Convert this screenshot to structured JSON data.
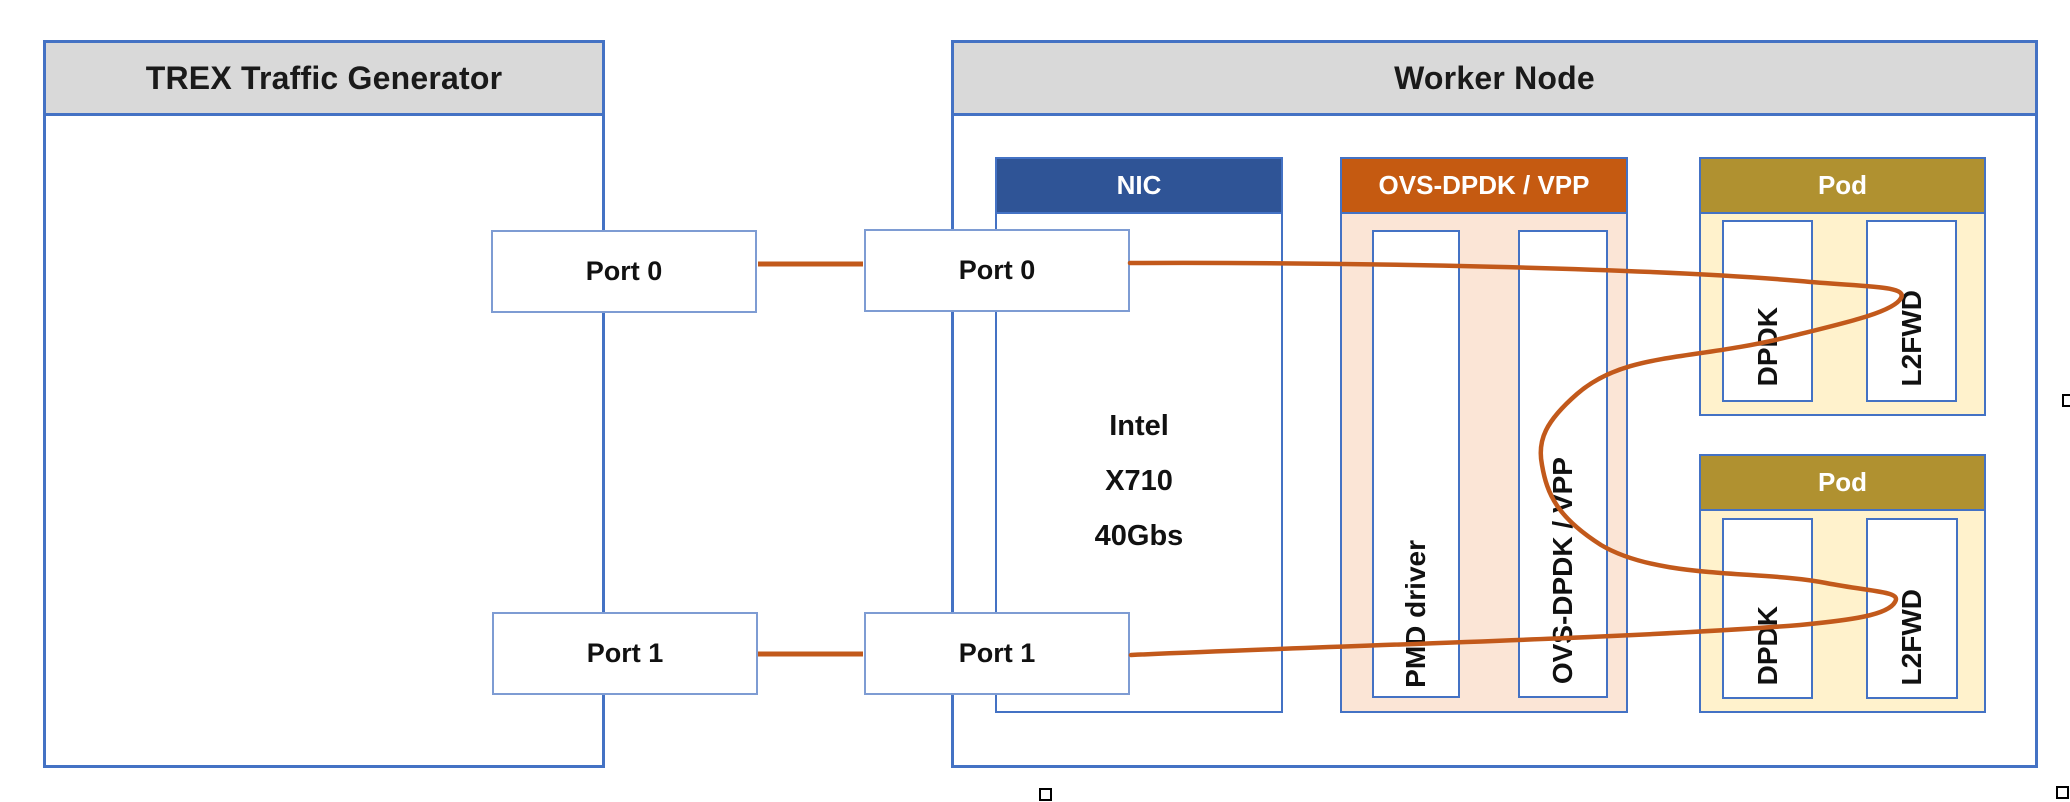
{
  "diagram": {
    "trex": {
      "title": "TREX Traffic Generator",
      "ports": [
        {
          "label": "Port 0"
        },
        {
          "label": "Port 1"
        }
      ]
    },
    "worker": {
      "title": "Worker Node",
      "nic": {
        "title": "NIC",
        "ports": [
          {
            "label": "Port 0"
          },
          {
            "label": "Port 1"
          }
        ],
        "chip": [
          "Intel",
          "X710",
          "40Gbs"
        ]
      },
      "vswitch": {
        "title": "OVS-DPDK / VPP",
        "columns": [
          "PMD driver",
          "OVS-DPDK / VPP"
        ]
      },
      "pods": [
        {
          "title": "Pod",
          "containers": [
            "DPDK",
            "L2FWD"
          ]
        },
        {
          "title": "Pod",
          "containers": [
            "DPDK",
            "L2FWD"
          ]
        }
      ]
    },
    "colors": {
      "border_blue": "#4472C4",
      "port_border_blue": "#7E9CD3",
      "header_gray": "#D9D9D9",
      "nic_blue": "#2F5496",
      "vswitch_orange": "#C55A11",
      "vswitch_bg": "#FBE5D6",
      "pod_gold": "#B09130",
      "pod_bg": "#FFF2CC",
      "flow_orange": "#C2591B"
    }
  }
}
